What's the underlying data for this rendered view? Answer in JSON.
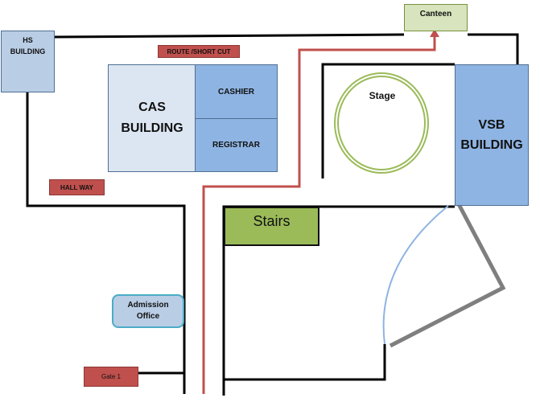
{
  "labels": {
    "hs_building": "HS\nBUILDING",
    "canteen": "Canteen",
    "route_shortcut": "ROUTE /SHORT CUT",
    "cas_building": "CAS\nBUILDING",
    "cashier": "CASHIER",
    "registrar": "REGISTRAR",
    "hall_way": "HALL WAY",
    "stage": "Stage",
    "vsb_building": "VSB\nBUILDING",
    "stairs": "Stairs",
    "admission_office": "Admission\nOffice",
    "gate": "Gate 1"
  },
  "colors": {
    "route_line": "#c0504d",
    "stage_ring": "#9bbb59",
    "door_arc": "#8eb4e3",
    "door_leaf": "#7f7f7f",
    "wall": "#000000"
  }
}
